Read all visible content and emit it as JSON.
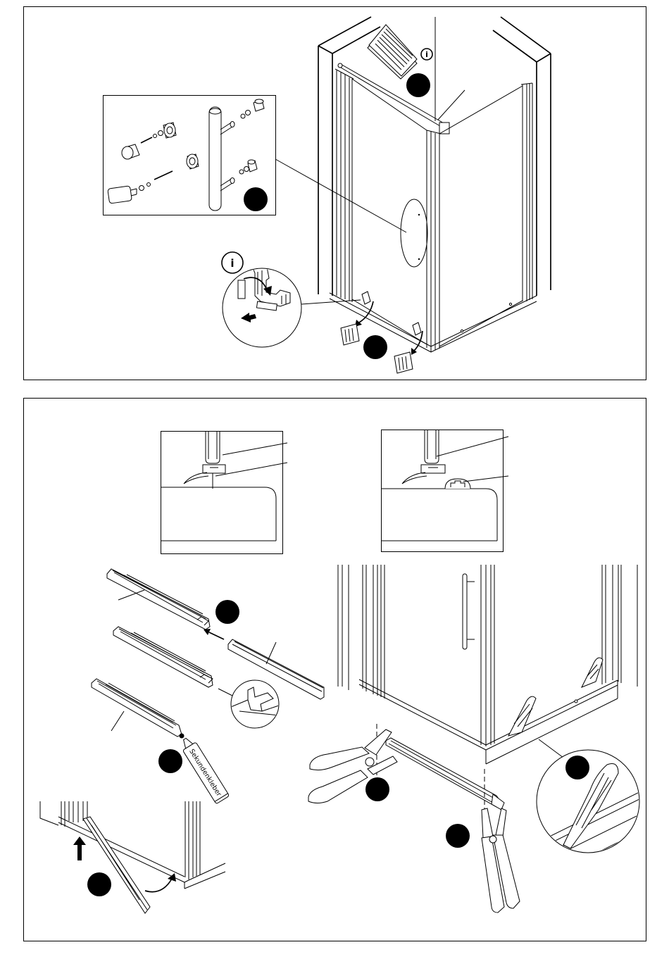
{
  "page": {
    "ink": "#000000",
    "background": "#ffffff",
    "marker_fill": "#000000"
  },
  "icons": {
    "info_glyph": "i",
    "names": [
      "info-icon",
      "step-marker-icon",
      "magnifier-detail",
      "arrow-icon",
      "instruction-booklet-icon",
      "pliers-icon",
      "cutter-knife-icon",
      "glue-tube-icon"
    ]
  },
  "labels": {
    "glue_tube": "Sekundenkleber"
  }
}
